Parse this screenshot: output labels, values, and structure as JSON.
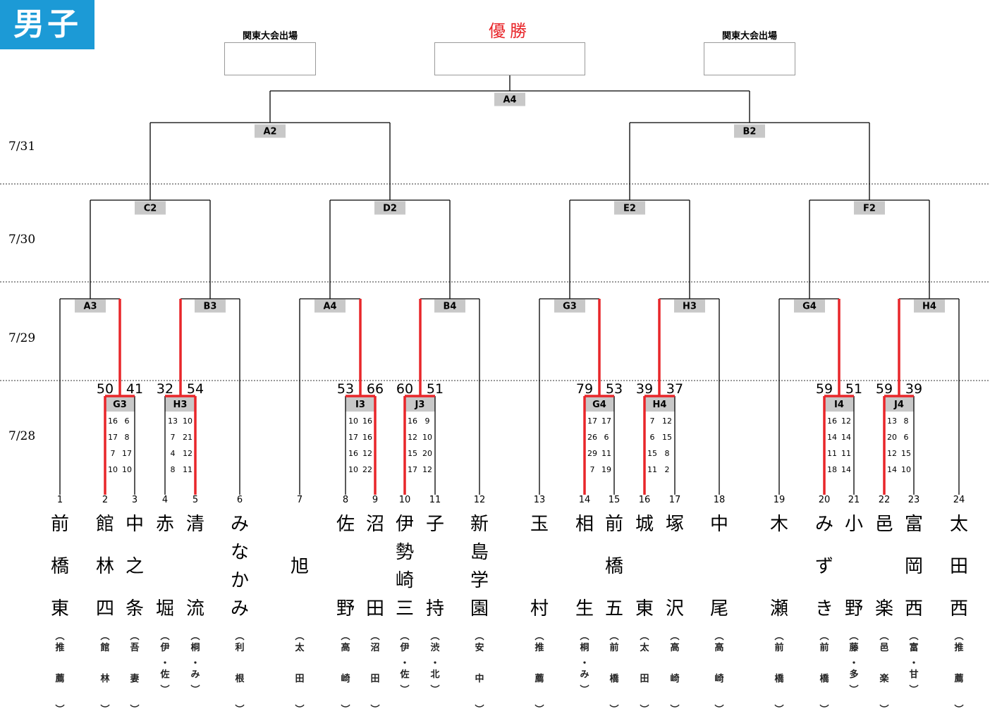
{
  "badge": "男子",
  "qualify_label": "関東大会出場",
  "champion_label": "優勝",
  "dates": [
    "7/31",
    "7/30",
    "7/29",
    "7/28"
  ],
  "rounds": {
    "final": "A4",
    "semifinals": [
      "A2",
      "B2"
    ],
    "quarterfinals": [
      "C2",
      "D2",
      "E2",
      "F2"
    ],
    "round3": [
      "A3",
      "B3",
      "A4",
      "B4",
      "G3",
      "H3",
      "G4",
      "H4"
    ],
    "round1": [
      {
        "id": "G3",
        "left_score": "50",
        "right_score": "41",
        "periods": [
          [
            "16",
            "6"
          ],
          [
            "17",
            "8"
          ],
          [
            "7",
            "17"
          ],
          [
            "10",
            "10"
          ]
        ],
        "winner": "left"
      },
      {
        "id": "H3",
        "left_score": "32",
        "right_score": "54",
        "periods": [
          [
            "13",
            "10"
          ],
          [
            "7",
            "21"
          ],
          [
            "4",
            "12"
          ],
          [
            "8",
            "11"
          ]
        ],
        "winner": "right"
      },
      {
        "id": "I3",
        "left_score": "53",
        "right_score": "66",
        "periods": [
          [
            "10",
            "16"
          ],
          [
            "17",
            "16"
          ],
          [
            "16",
            "12"
          ],
          [
            "10",
            "22"
          ]
        ],
        "winner": "right"
      },
      {
        "id": "J3",
        "left_score": "60",
        "right_score": "51",
        "periods": [
          [
            "16",
            "9"
          ],
          [
            "12",
            "10"
          ],
          [
            "15",
            "20"
          ],
          [
            "17",
            "12"
          ]
        ],
        "winner": "left"
      },
      {
        "id": "G4",
        "left_score": "79",
        "right_score": "53",
        "periods": [
          [
            "17",
            "17"
          ],
          [
            "26",
            "6"
          ],
          [
            "29",
            "11"
          ],
          [
            "7",
            "19"
          ]
        ],
        "winner": "left"
      },
      {
        "id": "H4",
        "left_score": "39",
        "right_score": "37",
        "periods": [
          [
            "7",
            "12"
          ],
          [
            "6",
            "15"
          ],
          [
            "15",
            "8"
          ],
          [
            "11",
            "2"
          ]
        ],
        "winner": "left"
      },
      {
        "id": "I4",
        "left_score": "59",
        "right_score": "51",
        "periods": [
          [
            "16",
            "12"
          ],
          [
            "14",
            "14"
          ],
          [
            "11",
            "11"
          ],
          [
            "18",
            "14"
          ]
        ],
        "winner": "left"
      },
      {
        "id": "J4",
        "left_score": "59",
        "right_score": "39",
        "periods": [
          [
            "13",
            "8"
          ],
          [
            "20",
            "6"
          ],
          [
            "12",
            "15"
          ],
          [
            "14",
            "10"
          ]
        ],
        "winner": "left"
      }
    ]
  },
  "teams": [
    {
      "num": "1",
      "name": [
        "前",
        "橋",
        "東"
      ],
      "school": [
        "推",
        "薦"
      ]
    },
    {
      "num": "2",
      "name": [
        "館",
        "林",
        "四"
      ],
      "school": [
        "館",
        "林"
      ]
    },
    {
      "num": "3",
      "name": [
        "中",
        "之",
        "条"
      ],
      "school": [
        "吾",
        "妻"
      ]
    },
    {
      "num": "4",
      "name": [
        "赤",
        "",
        "堀"
      ],
      "school": [
        "伊",
        "・",
        "佐"
      ]
    },
    {
      "num": "5",
      "name": [
        "清",
        "",
        "流"
      ],
      "school": [
        "桐",
        "・",
        "み"
      ]
    },
    {
      "num": "6",
      "name": [
        "み",
        "な",
        "か",
        "み"
      ],
      "school": [
        "利",
        "根"
      ]
    },
    {
      "num": "7",
      "name": [
        "",
        "旭",
        ""
      ],
      "school": [
        "太",
        "田"
      ]
    },
    {
      "num": "8",
      "name": [
        "佐",
        "",
        "野"
      ],
      "school": [
        "高",
        "崎"
      ]
    },
    {
      "num": "9",
      "name": [
        "沼",
        "",
        "田"
      ],
      "school": [
        "沼",
        "田"
      ]
    },
    {
      "num": "10",
      "name": [
        "伊",
        "勢",
        "崎",
        "三"
      ],
      "school": [
        "伊",
        "・",
        "佐"
      ]
    },
    {
      "num": "11",
      "name": [
        "子",
        "",
        "持"
      ],
      "school": [
        "渋",
        "・",
        "北"
      ]
    },
    {
      "num": "12",
      "name": [
        "新",
        "島",
        "学",
        "園"
      ],
      "school": [
        "安",
        "中"
      ]
    },
    {
      "num": "13",
      "name": [
        "玉",
        "",
        "村"
      ],
      "school": [
        "推",
        "薦"
      ]
    },
    {
      "num": "14",
      "name": [
        "相",
        "",
        "生"
      ],
      "school": [
        "桐",
        "・",
        "み"
      ]
    },
    {
      "num": "15",
      "name": [
        "前",
        "橋",
        "五"
      ],
      "school": [
        "前",
        "橋"
      ]
    },
    {
      "num": "16",
      "name": [
        "城",
        "",
        "東"
      ],
      "school": [
        "太",
        "田"
      ]
    },
    {
      "num": "17",
      "name": [
        "塚",
        "",
        "沢"
      ],
      "school": [
        "高",
        "崎"
      ]
    },
    {
      "num": "18",
      "name": [
        "中",
        "",
        "尾"
      ],
      "school": [
        "高",
        "崎"
      ]
    },
    {
      "num": "19",
      "name": [
        "木",
        "",
        "瀬"
      ],
      "school": [
        "前",
        "橋"
      ]
    },
    {
      "num": "20",
      "name": [
        "み",
        "ず",
        "き"
      ],
      "school": [
        "前",
        "橋"
      ]
    },
    {
      "num": "21",
      "name": [
        "小",
        "",
        "野"
      ],
      "school": [
        "藤",
        "・",
        "多"
      ]
    },
    {
      "num": "22",
      "name": [
        "邑",
        "",
        "楽"
      ],
      "school": [
        "邑",
        "楽"
      ]
    },
    {
      "num": "23",
      "name": [
        "富",
        "岡",
        "西"
      ],
      "school": [
        "富",
        "・",
        "甘"
      ]
    },
    {
      "num": "24",
      "name": [
        "太",
        "田",
        "西"
      ],
      "school": [
        "推",
        "薦"
      ]
    }
  ],
  "colors": {
    "badge": "#1c9ad6",
    "winner_line": "#e8262a",
    "label_bg": "#c8c8c8",
    "champion_text": "#e8262a"
  }
}
